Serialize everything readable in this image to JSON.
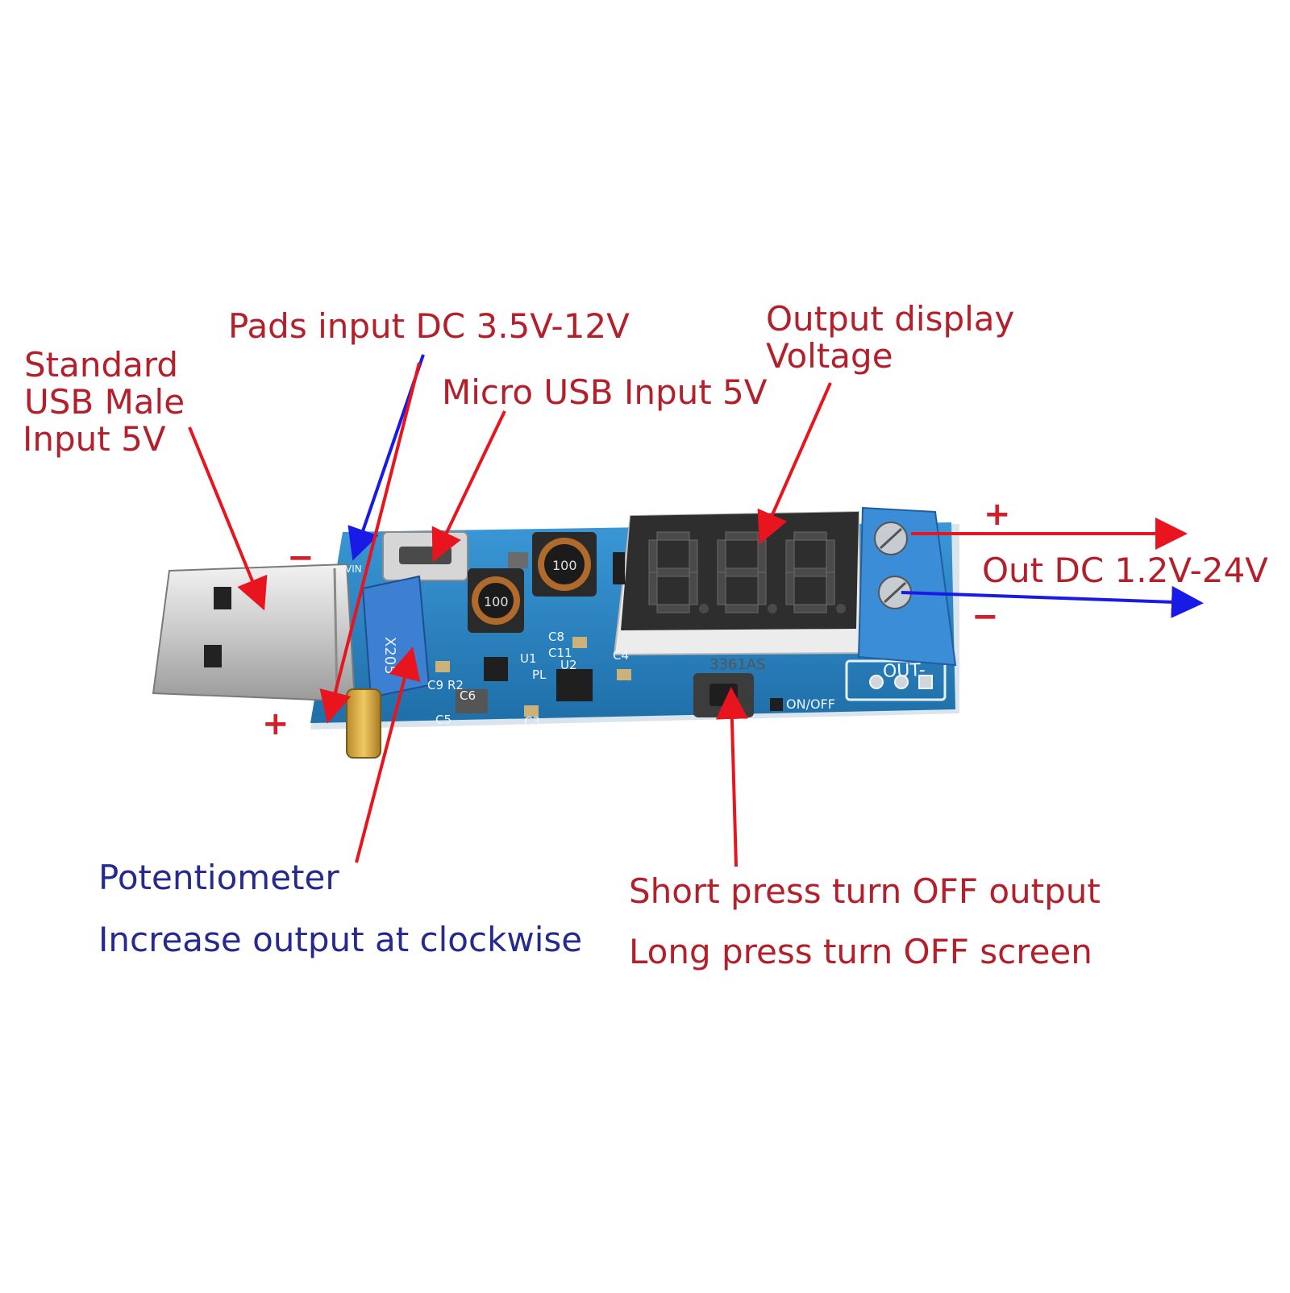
{
  "colors": {
    "label_red": "#b3202b",
    "label_blue": "#262a8e",
    "arrow_red": "#e8141e",
    "arrow_blue": "#1a1ae6",
    "pcb": "#2b86c5",
    "terminal": "#3a8dd6",
    "display": "#2c2c2c"
  },
  "labels": {
    "standard_usb": [
      "Standard",
      "USB Male",
      "Input 5V"
    ],
    "pads_input": "Pads input DC 3.5V-12V",
    "micro_usb": "Micro USB Input 5V",
    "output_display": [
      "Output display",
      "Voltage"
    ],
    "out_dc": "Out DC 1.2V-24V",
    "potentiometer": "Potentiometer",
    "increase_output": "Increase output at clockwise",
    "short_press": "Short press turn OFF output",
    "long_press": "Long press turn OFF screen"
  },
  "signs": {
    "minus_input": "−",
    "plus_input": "+",
    "plus_output": "+",
    "minus_output": "−"
  },
  "board": {
    "display_label": "3361AS",
    "out_minus": "OUT-",
    "on_off": "ON/OFF",
    "inductor_1": "100",
    "inductor_2": "100",
    "pot_label": "X205",
    "vin": "VIN",
    "silk": [
      "U1",
      "U2",
      "C9",
      "R2",
      "C6",
      "C5",
      "C3",
      "C8",
      "C11",
      "PL",
      "C4"
    ]
  }
}
